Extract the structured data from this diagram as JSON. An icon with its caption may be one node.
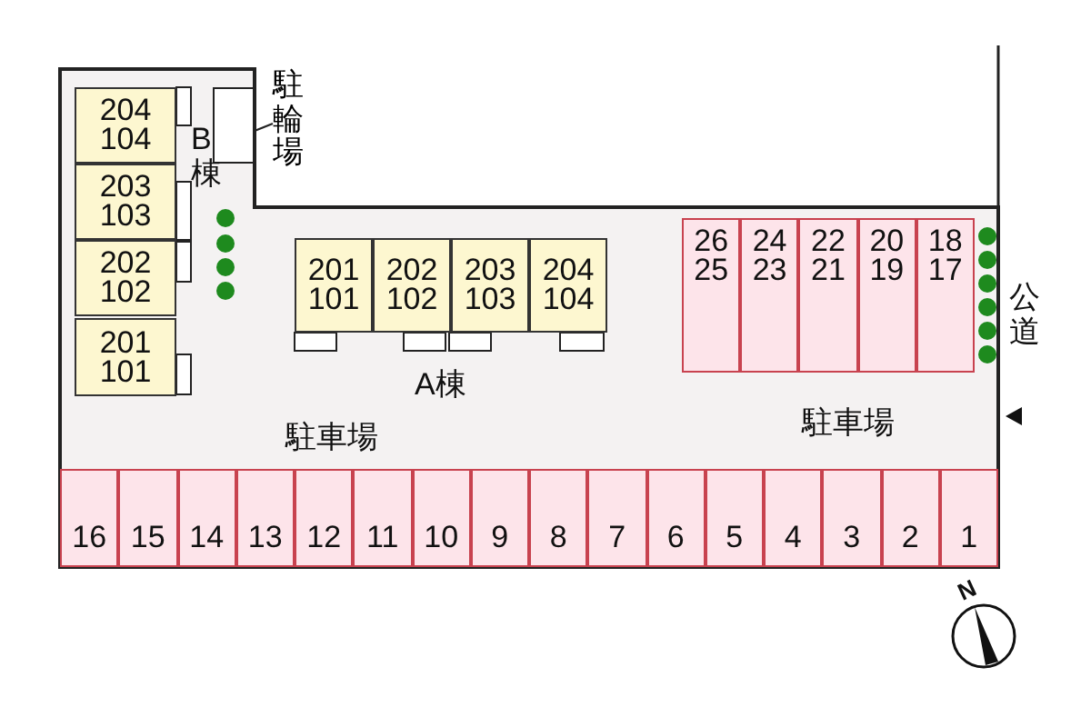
{
  "diagram": {
    "nodes": [
      {
        "text": [
          "204",
          "104"
        ]
      },
      {
        "text": [
          "203",
          "103"
        ]
      },
      {
        "text": [
          "202",
          "102"
        ]
      },
      {
        "text": [
          "201",
          "101"
        ]
      },
      {
        "text": [
          "駐輪場"
        ]
      },
      {
        "text": [],
        "shape": "box"
      },
      {
        "text": [
          "201",
          "101"
        ]
      },
      {
        "text": [
          "202",
          "102"
        ]
      },
      {
        "text": [
          "203",
          "103"
        ]
      },
      {
        "text": [
          "204",
          "104"
        ]
      },
      {
        "text": [
          "26",
          "25"
        ]
      },
      {
        "text": [
          "24",
          "23"
        ]
      },
      {
        "text": [
          "22",
          "21"
        ]
      },
      {
        "text": [
          "20",
          "19"
        ]
      },
      {
        "text": [
          "18",
          "17"
        ]
      },
      {
        "text": [
          "16"
        ]
      },
      {
        "text": [
          "15"
        ]
      },
      {
        "text": [
          "14"
        ]
      },
      {
        "text": [
          "13"
        ]
      },
      {
        "text": [
          "12"
        ]
      },
      {
        "text": [
          "11"
        ]
      },
      {
        "text": [
          "10"
        ]
      },
      {
        "text": [
          "9"
        ]
      },
      {
        "text": [
          "8"
        ]
      },
      {
        "text": [
          "7"
        ]
      },
      {
        "text": [
          "6"
        ]
      },
      {
        "text": [
          "5"
        ]
      },
      {
        "text": [
          "4"
        ]
      },
      {
        "text": [
          "3"
        ]
      },
      {
        "text": [
          "2"
        ]
      },
      {
        "text": [
          "1"
        ]
      }
    ],
    "edges": [
      {
        "from": 4,
        "to": 5,
        "arrow": "none"
      }
    ],
    "labels": [
      "B棟",
      "A棟",
      "駐車場",
      "駐車場",
      "公道",
      "N"
    ]
  }
}
